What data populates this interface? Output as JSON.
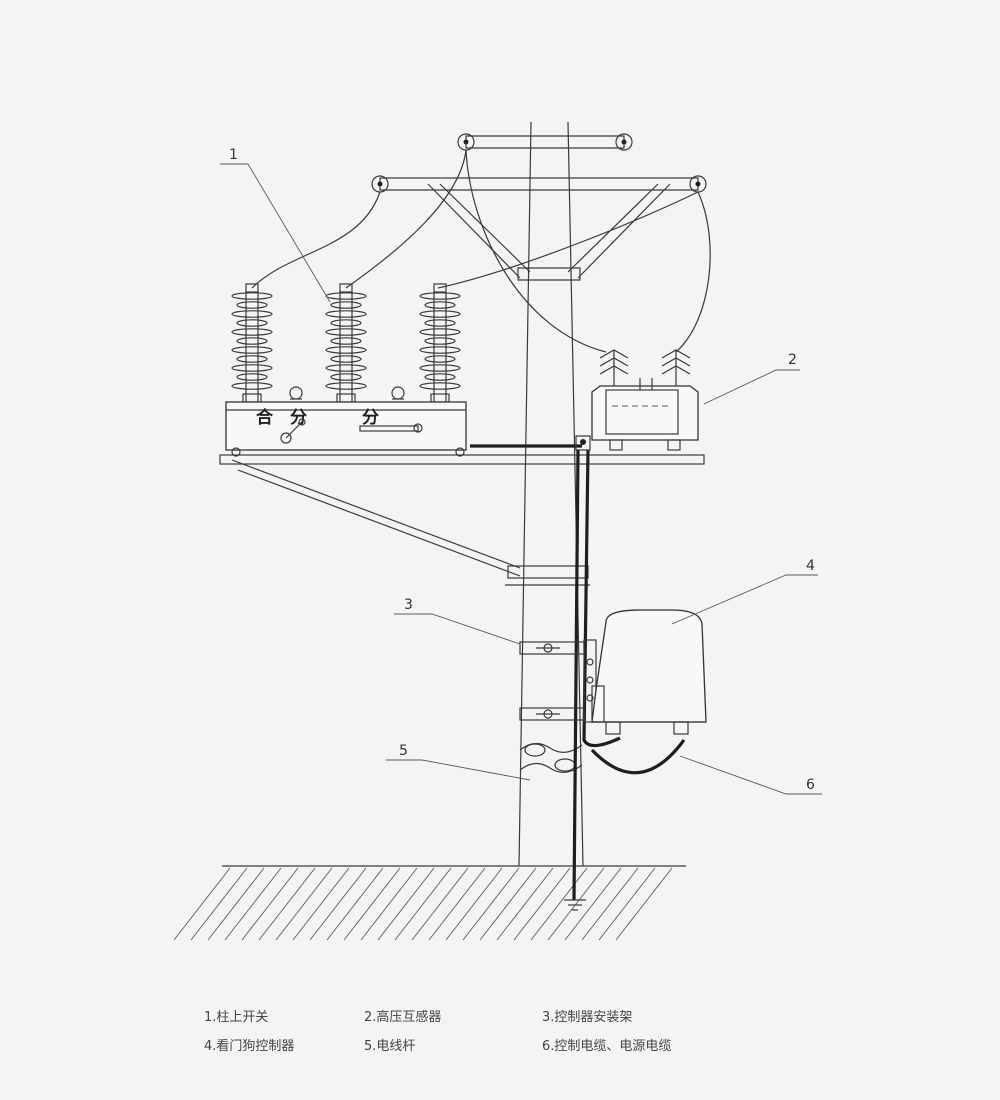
{
  "switch_labels": [
    "合",
    "分",
    "分"
  ],
  "callouts": [
    "1",
    "2",
    "3",
    "4",
    "5",
    "6"
  ],
  "legend": [
    "1.柱上开关",
    "2.高压互感器",
    "3.控制器安装架",
    "4.看门狗控制器",
    "5.电线杆",
    "6.控制电缆、电源电缆"
  ]
}
